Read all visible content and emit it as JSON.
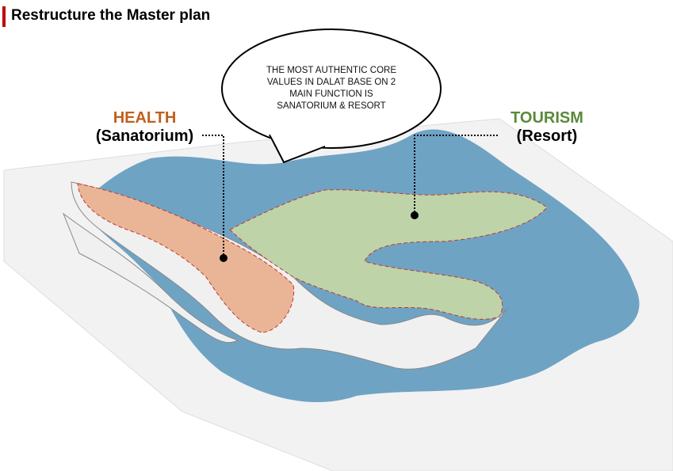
{
  "slide": {
    "title": "Restructure the Master plan"
  },
  "callout": {
    "text_lines": [
      "THE MOST AUTHENTIC CORE",
      "VALUES IN DALAT BASE ON 2",
      "MAIN FUNCTION IS",
      "SANATORIUM & RESORT"
    ]
  },
  "zones": {
    "health": {
      "title": "HEALTH",
      "subtitle": "(Sanatorium)",
      "color": "#c0601e",
      "fill": "#eab596"
    },
    "tourism": {
      "title": "TOURISM",
      "subtitle": "(Resort)",
      "color": "#5a8a3a",
      "fill": "#bed4a8"
    }
  },
  "colors": {
    "water": "#6fa3c4",
    "title_accent": "#c00000"
  }
}
